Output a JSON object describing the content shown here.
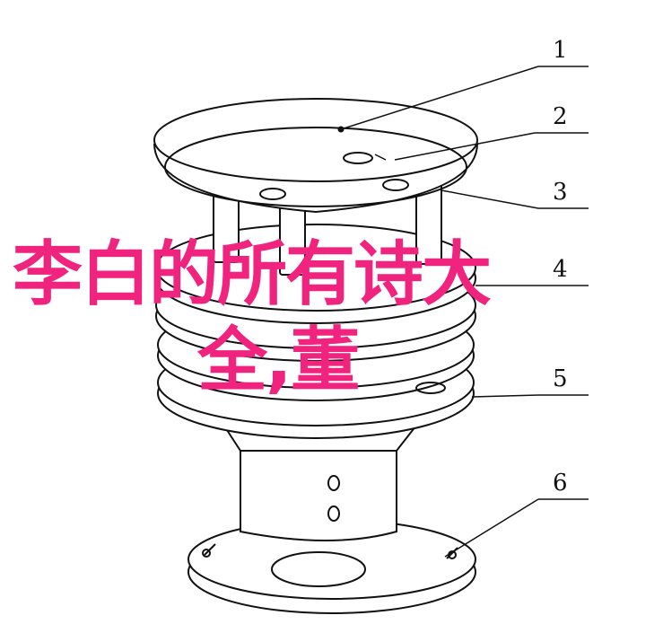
{
  "diagram": {
    "callouts": [
      {
        "number": "1"
      },
      {
        "number": "2"
      },
      {
        "number": "3"
      },
      {
        "number": "4"
      },
      {
        "number": "5"
      },
      {
        "number": "6"
      }
    ]
  },
  "overlay": {
    "line1": "李白的所有诗大",
    "line2": "全,董"
  },
  "colors": {
    "line": "#111111",
    "overlay_text": "#f0237e",
    "background": "#ffffff"
  }
}
